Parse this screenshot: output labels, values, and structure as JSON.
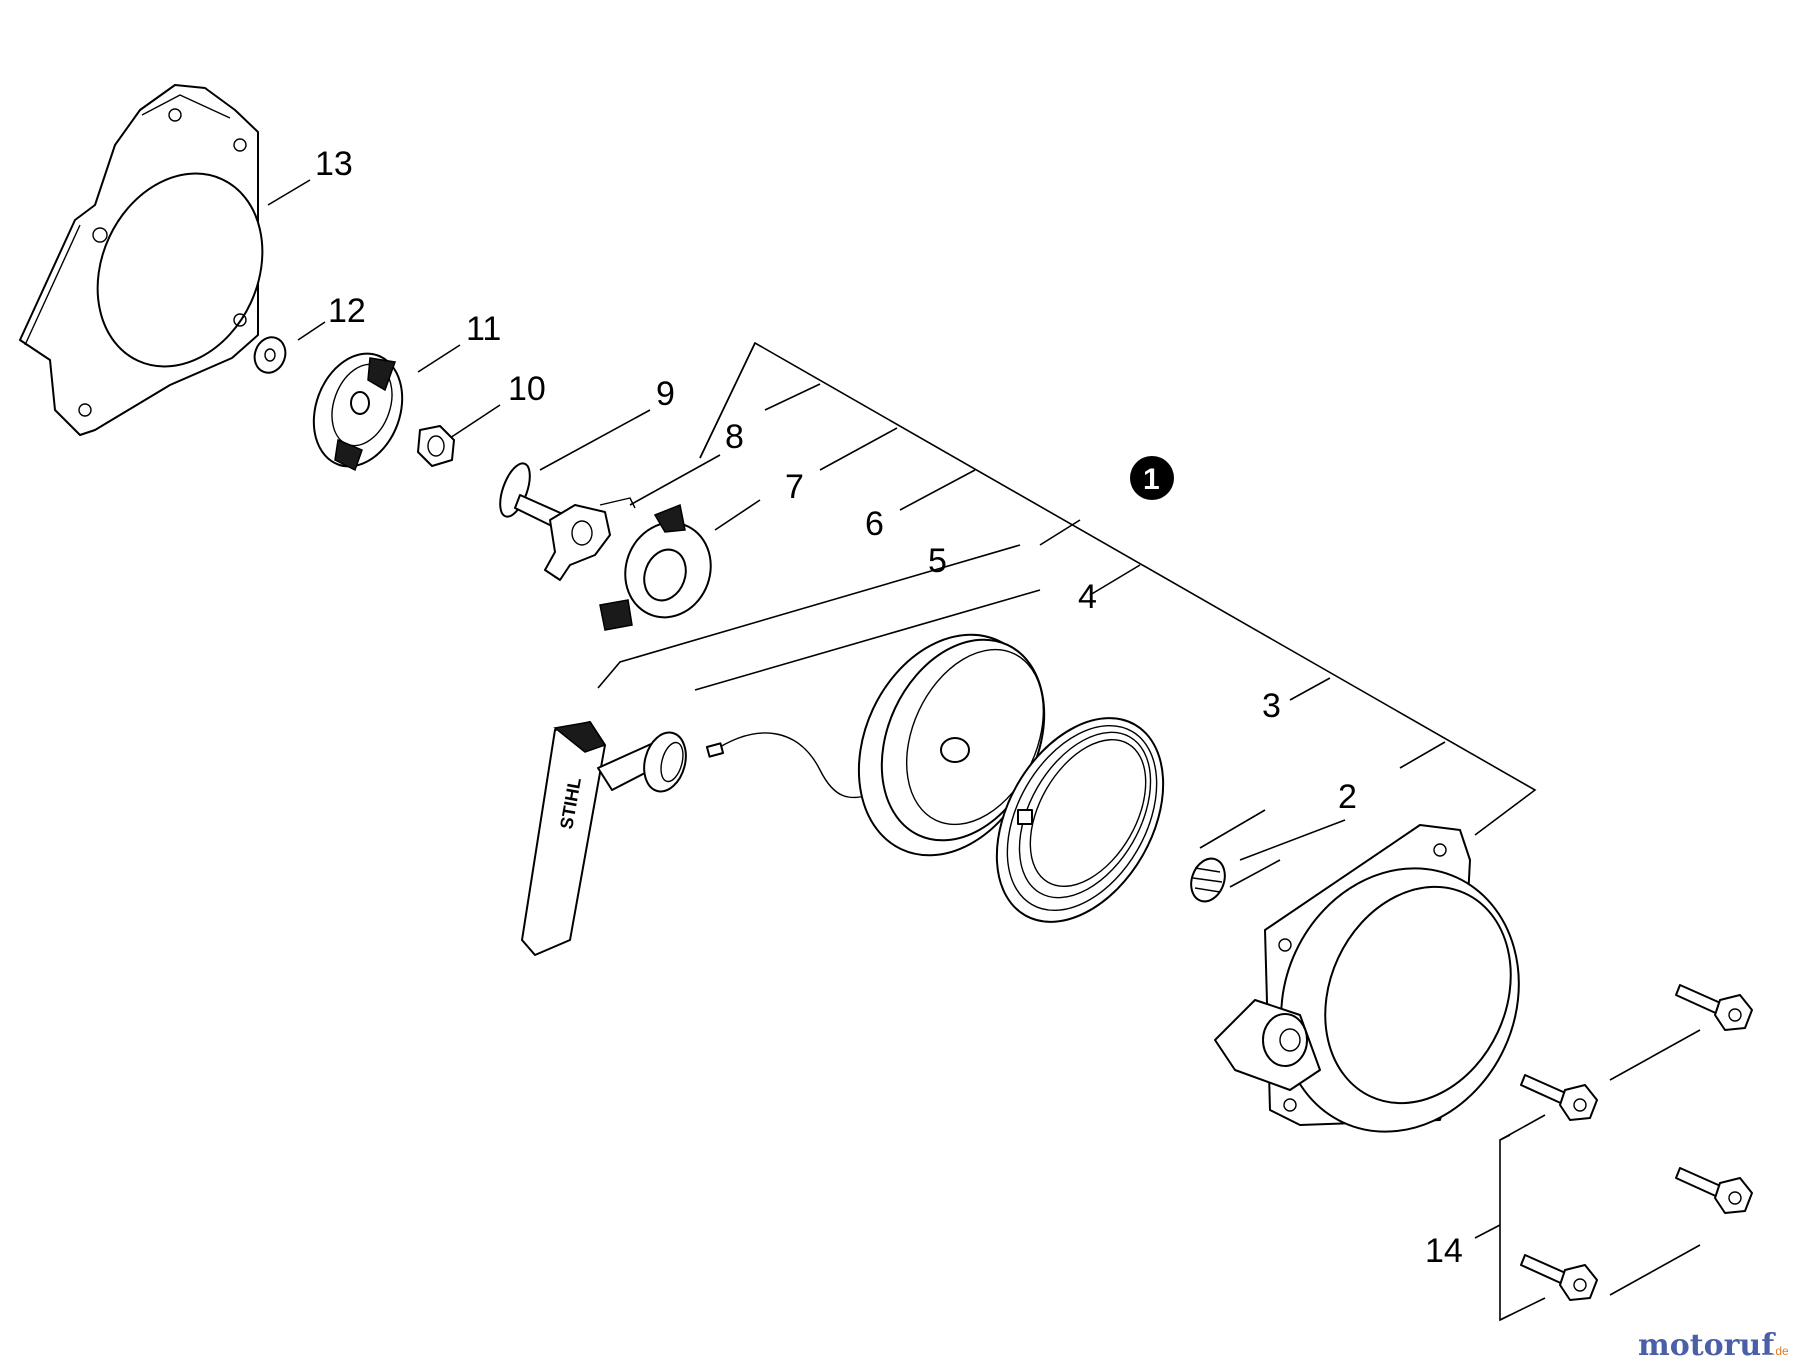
{
  "labels": {
    "p1": "1",
    "p2": "2",
    "p3": "3",
    "p4": "4",
    "p5": "5",
    "p6": "6",
    "p7": "7",
    "p8": "8",
    "p9": "9",
    "p10": "10",
    "p11": "11",
    "p12": "12",
    "p13": "13",
    "p14": "14"
  },
  "handle_text": "STIHL",
  "watermark": {
    "name": "motoruf",
    "suffix": ".de"
  },
  "colors": {
    "line": "#000000",
    "background": "#ffffff",
    "watermark_primary": "#4a5fa8",
    "watermark_accent": "#e07a28"
  }
}
